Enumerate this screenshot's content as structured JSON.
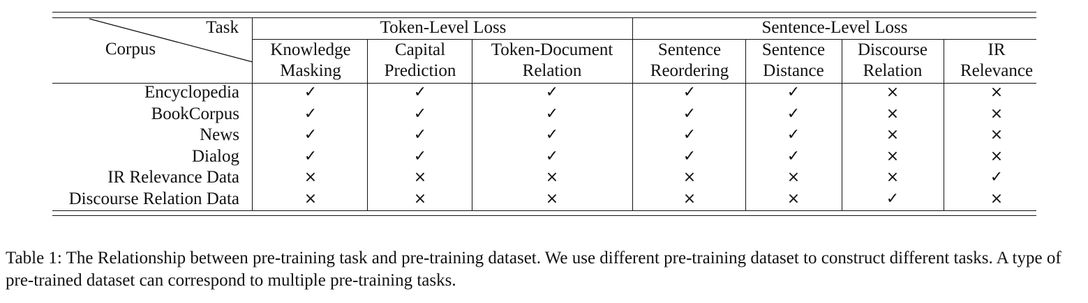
{
  "table": {
    "corner_task": "Task",
    "corner_corpus": "Corpus",
    "groups": [
      "Token-Level Loss",
      "Sentence-Level Loss"
    ],
    "columns": [
      [
        "Knowledge",
        "Masking"
      ],
      [
        "Capital",
        "Prediction"
      ],
      [
        "Token-Document",
        "Relation"
      ],
      [
        "Sentence",
        "Reordering"
      ],
      [
        "Sentence",
        "Distance"
      ],
      [
        "Discourse",
        "Relation"
      ],
      [
        "IR",
        "Relevance"
      ]
    ],
    "rows": [
      {
        "corpus": "Encyclopedia",
        "marks": [
          "✓",
          "✓",
          "✓",
          "✓",
          "✓",
          "×",
          "×"
        ]
      },
      {
        "corpus": "BookCorpus",
        "marks": [
          "✓",
          "✓",
          "✓",
          "✓",
          "✓",
          "×",
          "×"
        ]
      },
      {
        "corpus": "News",
        "marks": [
          "✓",
          "✓",
          "✓",
          "✓",
          "✓",
          "×",
          "×"
        ]
      },
      {
        "corpus": "Dialog",
        "marks": [
          "✓",
          "✓",
          "✓",
          "✓",
          "✓",
          "×",
          "×"
        ]
      },
      {
        "corpus": "IR Relevance Data",
        "marks": [
          "×",
          "×",
          "×",
          "×",
          "×",
          "×",
          "✓"
        ]
      },
      {
        "corpus": "Discourse Relation Data",
        "marks": [
          "×",
          "×",
          "×",
          "×",
          "×",
          "✓",
          "×"
        ]
      }
    ]
  },
  "caption": "Table 1: The Relationship between pre-training task and pre-training dataset. We use different pre-training dataset to construct different tasks. A type of pre-trained dataset can correspond to multiple pre-training tasks."
}
